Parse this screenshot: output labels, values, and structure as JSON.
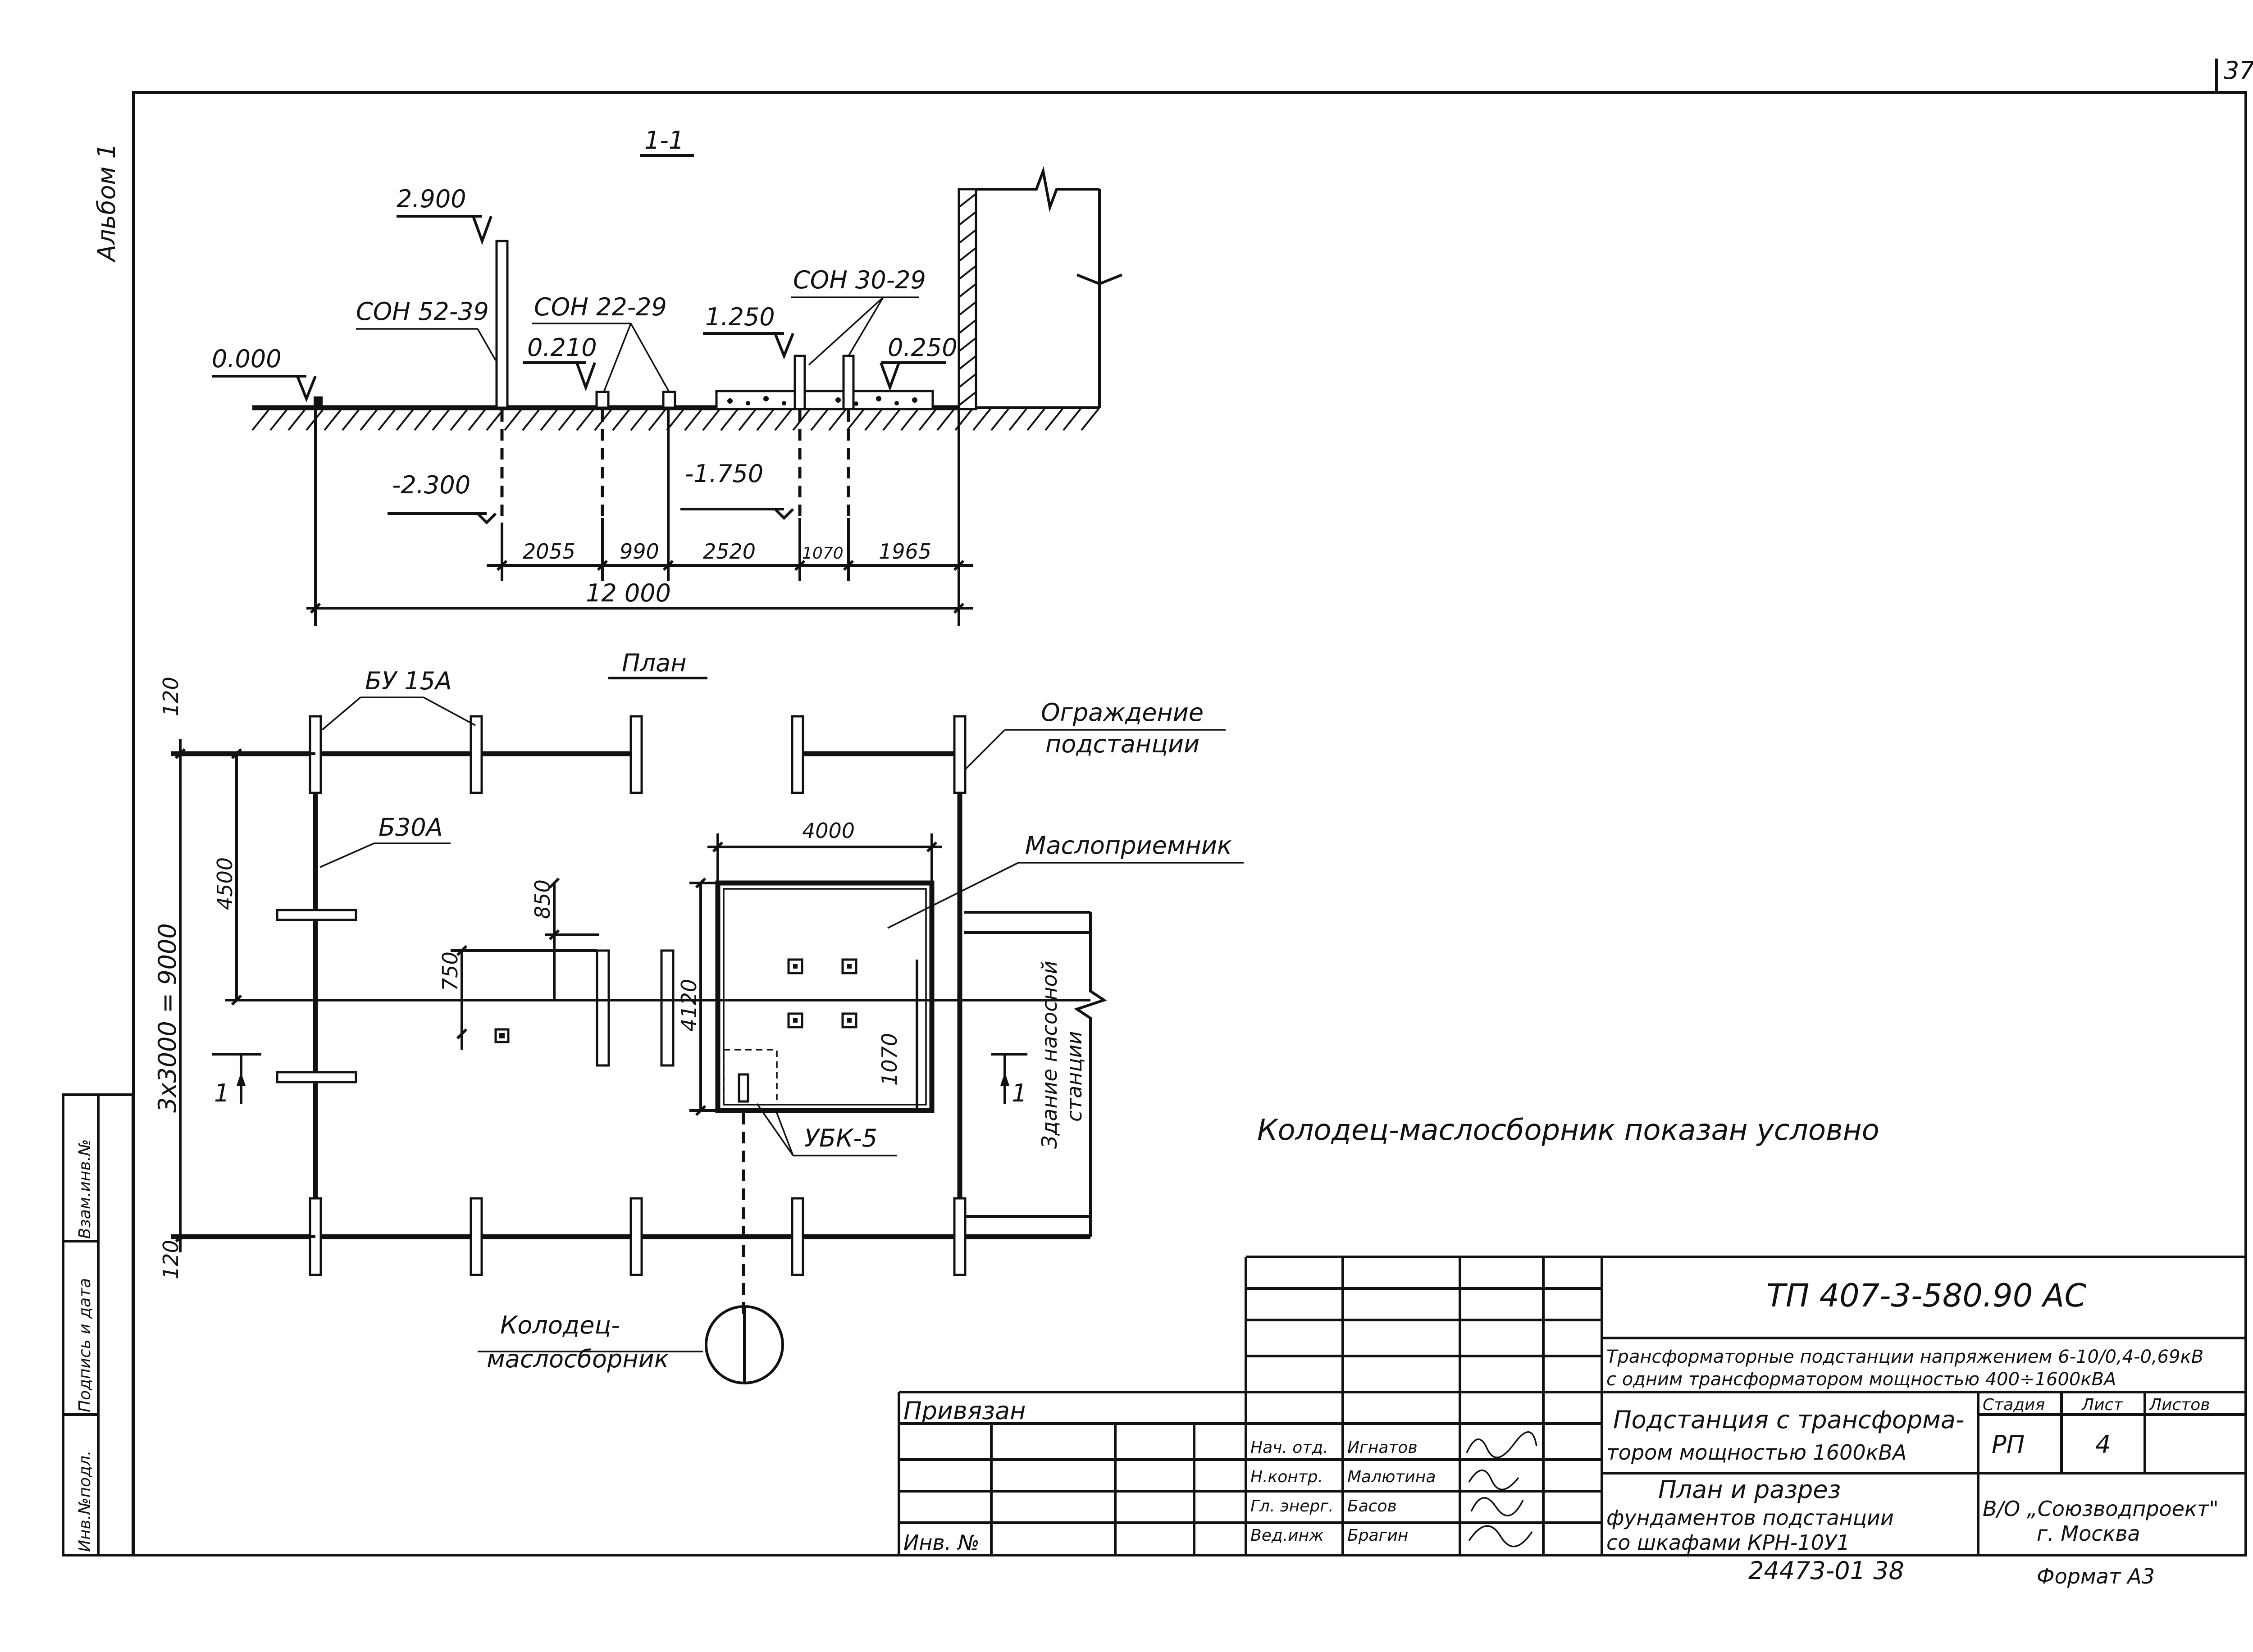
{
  "sheet": {
    "page_number": "37",
    "album": "Альбом 1",
    "left_stamp": [
      "Инв.№подл.",
      "Подпись и дата",
      "Взам.инв.№"
    ]
  },
  "section": {
    "title": "1-1",
    "elevations": {
      "top": "2.900",
      "ground": "0.000",
      "e0210": "0.210",
      "e1250": "1.250",
      "e0250": "0.250",
      "bottom": "-2.300",
      "e1750": "-1.750"
    },
    "labels": {
      "con52": "СОН 52-39",
      "con22": "СОН 22-29",
      "con30": "СОН 30-29"
    },
    "dims": [
      "2055",
      "990",
      "2520",
      "1070",
      "1965"
    ],
    "total": "12 000"
  },
  "plan": {
    "title": "План",
    "labels": {
      "bu15a": "БУ 15А",
      "b30a": "Б30А",
      "fence_1": "Ограждение",
      "fence_2": "подстанции",
      "oil_receiver": "Маслоприемник",
      "ubk": "УБК-5",
      "well_1": "Колодец-",
      "well_2": "маслосборник",
      "pump_1": "Здание насосной",
      "pump_2": "станции",
      "cut": "1"
    },
    "dims": {
      "d120_top": "120",
      "d120_bot": "120",
      "d4500": "4500",
      "d3x3000": "3х3000 = 9000",
      "d750": "750",
      "d850": "850",
      "d4000": "4000",
      "d4120": "4120",
      "d1070": "1070"
    }
  },
  "note": "Колодец-маслосборник показан условно",
  "title_block": {
    "code": "ТП  407-3-580.90  АС",
    "desc_1": "Трансформаторные подстанции напряжением 6-10/0,4-0,69кВ",
    "desc_2": "с одним трансформатором мощностью 400÷1600кВА",
    "sub_1": "Подстанция с трансформа-",
    "sub_2": "тором мощностью 1600кВА",
    "dwg_1": "План и разрез",
    "dwg_2": "фундаментов подстанции",
    "dwg_3": "со шкафами КРН-10У1",
    "stage_h": "Стадия",
    "sheet_h": "Лист",
    "sheets_h": "Листов",
    "stage": "РП",
    "sheet": "4",
    "org_1": "В/О „Союзводпроект\"",
    "org_2": "г. Москва",
    "privyazan": "Привязан",
    "inv": "Инв. №",
    "roles": [
      "Нач. отд.",
      "Н.контр.",
      "Гл. энерг.",
      "Вед.инж"
    ],
    "names": [
      "Игнатов",
      "Малютина",
      "Басов",
      "Брагин"
    ],
    "archive": "24473-01  38",
    "format": "Формат А3"
  }
}
